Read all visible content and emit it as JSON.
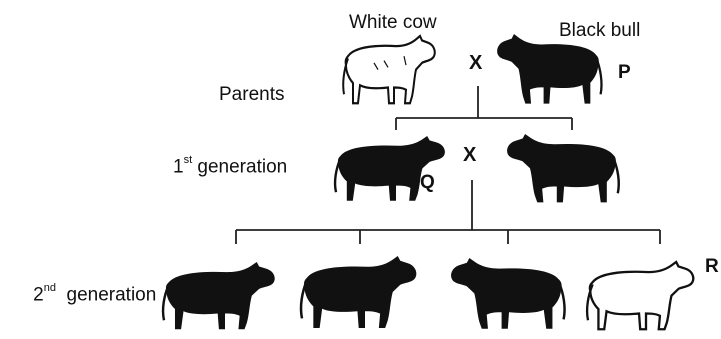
{
  "labels": {
    "white_cow": "White cow",
    "black_bull": "Black bull",
    "parents": "Parents",
    "first_gen_num": "1",
    "first_gen_sup": "st",
    "first_gen_text": " generation",
    "second_gen_num": "2",
    "second_gen_sup": "nd",
    "second_gen_text": "  generation"
  },
  "markers": {
    "cross_1": "X",
    "cross_2": "X",
    "p": "P",
    "q": "Q",
    "r": "R"
  },
  "colors": {
    "black_animal": "#111111",
    "white_animal": "#ffffff",
    "outline": "#111111"
  },
  "animals": [
    {
      "id": "parent-white-cow",
      "color": "white"
    },
    {
      "id": "parent-black-bull",
      "color": "black"
    },
    {
      "id": "gen1-black-cow-q",
      "color": "black"
    },
    {
      "id": "gen1-black-bull",
      "color": "black"
    },
    {
      "id": "gen2-black-1",
      "color": "black"
    },
    {
      "id": "gen2-black-2",
      "color": "black"
    },
    {
      "id": "gen2-black-3",
      "color": "black"
    },
    {
      "id": "gen2-white-r",
      "color": "white"
    }
  ]
}
